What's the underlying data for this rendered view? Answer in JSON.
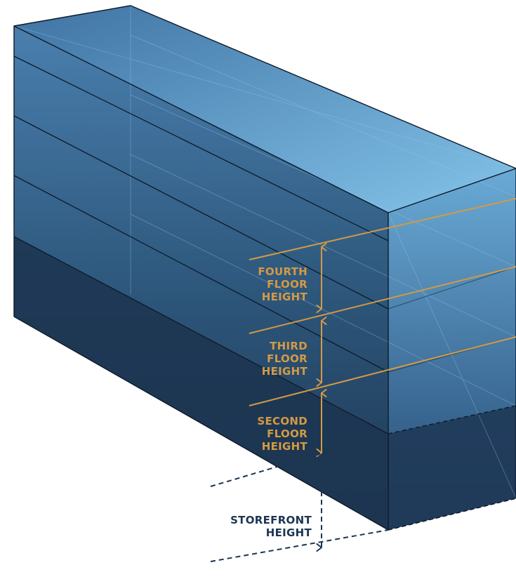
{
  "colors": {
    "front_top": "#4a7fae",
    "front_bottom": "#1d3551",
    "side_top": "#6aaad6",
    "side_bottom": "#1f3a58",
    "top_face_from": "#3f73a3",
    "top_face_to": "#84c4ea",
    "edge": "#0d1a2a",
    "accent_orange": "#d39a45",
    "dark_navy": "#1c3552"
  },
  "labels": {
    "fourth": [
      "FOURTH",
      "FLOOR",
      "HEIGHT"
    ],
    "third": [
      "THIRD",
      "FLOOR",
      "HEIGHT"
    ],
    "second": [
      "SECOND",
      "FLOOR",
      "HEIGHT"
    ],
    "storefront": [
      "STOREFRONT",
      "HEIGHT"
    ]
  },
  "icons": [
    "double-arrow-icon",
    "dashed-double-arrow-icon"
  ]
}
